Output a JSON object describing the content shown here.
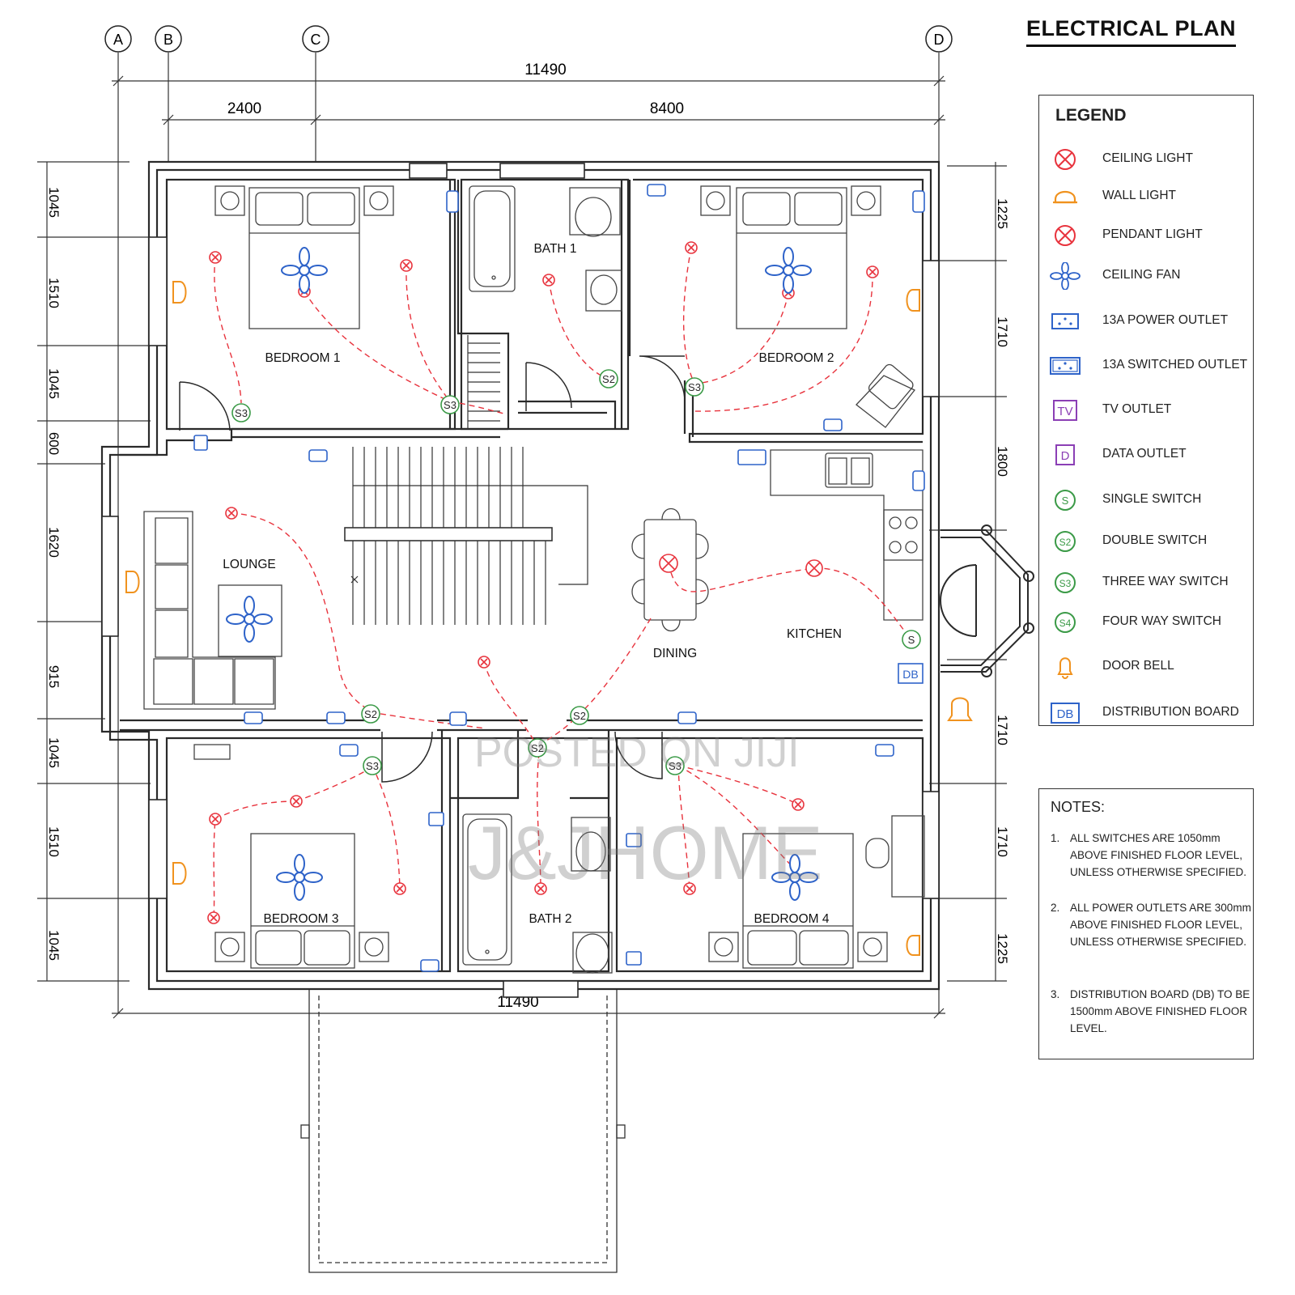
{
  "title": "ELECTRICAL PLAN",
  "grid_labels": [
    "A",
    "B",
    "C",
    "D"
  ],
  "dimensions": {
    "top_overall": "11490",
    "top_left": "2400",
    "top_right": "8400",
    "bottom_overall": "11490",
    "left": [
      "1045",
      "1510",
      "1045",
      "600",
      "1620",
      "915",
      "1045",
      "1510",
      "1045"
    ],
    "right": [
      "1225",
      "1710",
      "1800",
      "1710",
      "1710",
      "1225"
    ]
  },
  "rooms": {
    "bedroom1": "BEDROOM 1",
    "bath1": "BATH 1",
    "bedroom2": "BEDROOM 2",
    "lounge": "LOUNGE",
    "dining": "DINING",
    "kitchen": "KITCHEN",
    "bedroom3": "BEDROOM 3",
    "bath2": "BATH 2",
    "bedroom4": "BEDROOM 4"
  },
  "switch_labels": {
    "s": "S",
    "s2": "S2",
    "s3": "S3",
    "s4": "S4"
  },
  "db_label": "DB",
  "legend": {
    "title": "LEGEND",
    "items": [
      {
        "icon": "ceiling-light",
        "label": "CEILING LIGHT"
      },
      {
        "icon": "wall-light",
        "label": "WALL LIGHT"
      },
      {
        "icon": "pendant-light",
        "label": "PENDANT LIGHT"
      },
      {
        "icon": "ceiling-fan",
        "label": "CEILING FAN"
      },
      {
        "icon": "power-outlet",
        "label": "13A POWER OUTLET"
      },
      {
        "icon": "switched-outlet",
        "label": "13A SWITCHED OUTLET"
      },
      {
        "icon": "tv-outlet",
        "label": "TV OUTLET",
        "symbol": "TV"
      },
      {
        "icon": "data-outlet",
        "label": "DATA OUTLET",
        "symbol": "D"
      },
      {
        "icon": "single-switch",
        "label": "SINGLE SWITCH",
        "symbol": "S"
      },
      {
        "icon": "double-switch",
        "label": "DOUBLE SWITCH",
        "symbol": "S2"
      },
      {
        "icon": "three-way-switch",
        "label": "THREE WAY SWITCH",
        "symbol": "S3"
      },
      {
        "icon": "four-way-switch",
        "label": "FOUR WAY SWITCH",
        "symbol": "S4"
      },
      {
        "icon": "door-bell",
        "label": "DOOR BELL"
      },
      {
        "icon": "distribution-board",
        "label": "DISTRIBUTION BOARD",
        "symbol": "DB"
      }
    ]
  },
  "notes": {
    "title": "NOTES:",
    "items": [
      {
        "num": "1.",
        "text": "ALL SWITCHES ARE 1050mm ABOVE FINISHED FLOOR LEVEL, UNLESS OTHERWISE SPECIFIED."
      },
      {
        "num": "2.",
        "text": "ALL POWER OUTLETS ARE 300mm ABOVE FINISHED FLOOR LEVEL, UNLESS OTHERWISE SPECIFIED."
      },
      {
        "num": "3.",
        "text": "DISTRIBUTION BOARD (DB) TO BE 1500mm ABOVE FINISHED FLOOR LEVEL."
      }
    ]
  },
  "watermarks": {
    "line1": "POSTED ON JIJI",
    "line2": "J&JHOME"
  },
  "colors": {
    "light": "#e8333d",
    "wall_light": "#f0921e",
    "fan": "#2e63c9",
    "outlet": "#2e63c9",
    "switch": "#3b9a47",
    "tv": "#8b3fb5",
    "wall": "#2a2a2a"
  }
}
